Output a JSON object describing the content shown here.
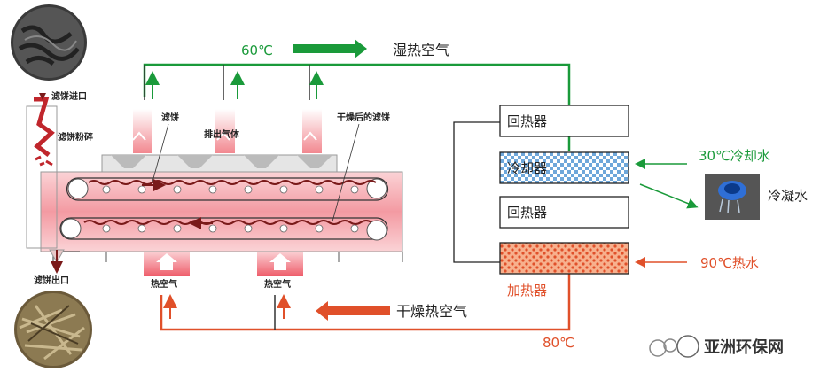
{
  "top_duct": {
    "temp": "60℃",
    "label": "湿热空气"
  },
  "dryer": {
    "inlet_label": "滤饼进口",
    "crusher_label": "滤饼粉碎",
    "cake_label": "滤饼",
    "exhaust_label": "排出气体",
    "dried_label": "干燥后的滤饼",
    "outlet_label": "滤饼出口",
    "hot_air_left": "热空气",
    "hot_air_right": "热空气"
  },
  "bottom_duct": {
    "temp": "80℃",
    "label": "干燥热空气"
  },
  "units": {
    "regen1": "回热器",
    "cooler": "冷却器",
    "regen2": "回热器",
    "heater": "加热器"
  },
  "side": {
    "cooling_water": "30℃冷却水",
    "hot_water": "90℃热水",
    "condensate": "冷凝水"
  },
  "watermark": {
    "text": "亚洲环保网"
  },
  "colors": {
    "green": "#1a9a3a",
    "red": "#e0502a",
    "pink_chamber": "#f6b4bb",
    "cooler_pattern": "#2b6fb8",
    "heater_pattern": "#e8602c"
  }
}
